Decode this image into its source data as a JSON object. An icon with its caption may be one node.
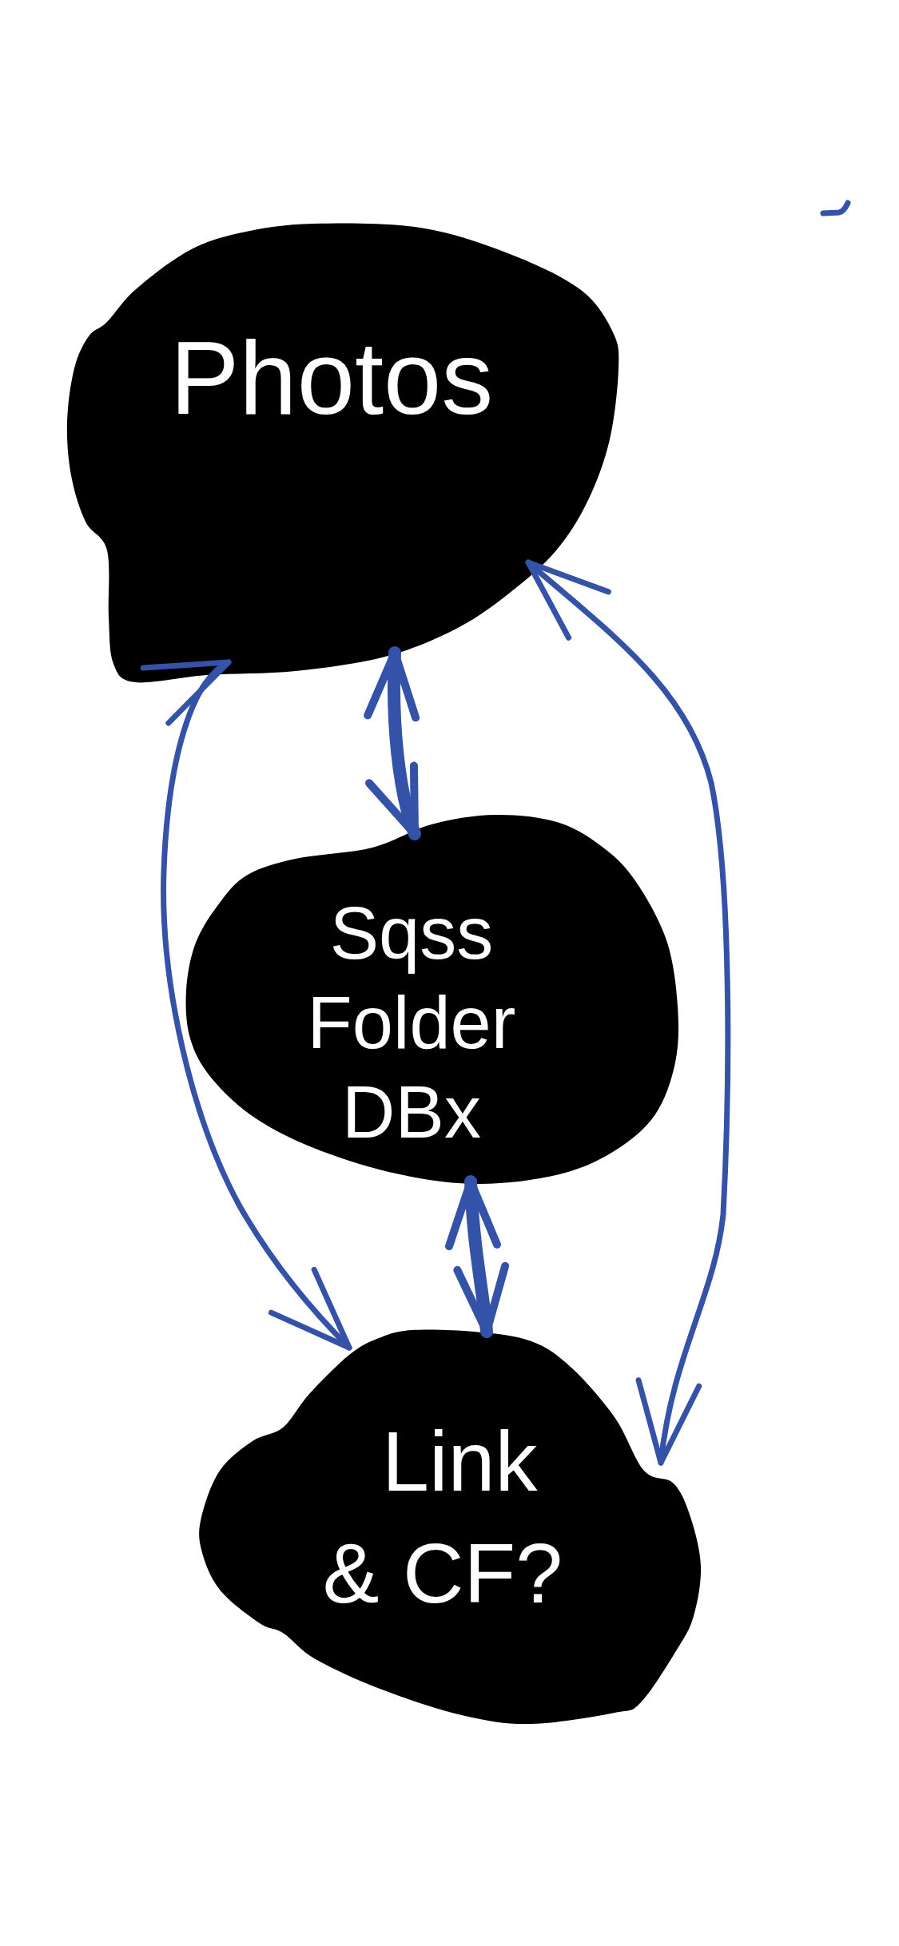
{
  "diagram": {
    "nodes": [
      {
        "text": [
          "Photos"
        ]
      },
      {
        "text": [
          "Sqss Folder DBx"
        ]
      },
      {
        "text": [
          "Link & CF?"
        ]
      }
    ],
    "edges": [
      {
        "from": 0,
        "to": 1,
        "arrow": "both",
        "style": "thick"
      },
      {
        "from": 1,
        "to": 2,
        "arrow": "both",
        "style": "thick"
      },
      {
        "from": 0,
        "to": 2,
        "arrow": "both"
      },
      {
        "from": 0,
        "to": 2,
        "arrow": "both"
      }
    ]
  }
}
